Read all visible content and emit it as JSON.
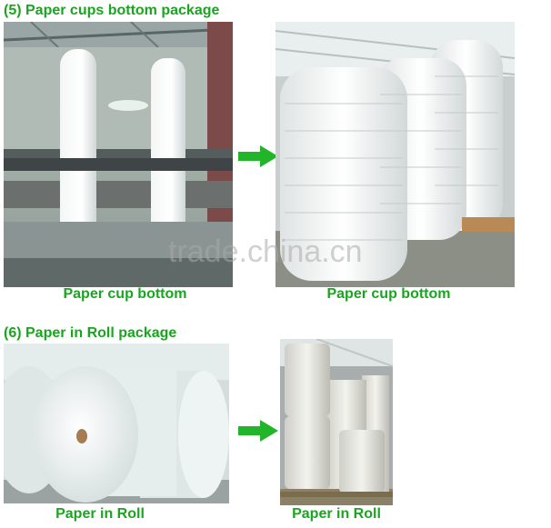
{
  "section5": {
    "heading": "(5) Paper cups bottom package",
    "left_caption": "Paper cup bottom",
    "right_caption": "Paper cup bottom"
  },
  "section6": {
    "heading": "(6) Paper in Roll package",
    "left_caption": "Paper in Roll",
    "right_caption": "Paper in Roll"
  },
  "watermark": "trade.china.cn",
  "colors": {
    "accent_green": "#1aa520"
  }
}
